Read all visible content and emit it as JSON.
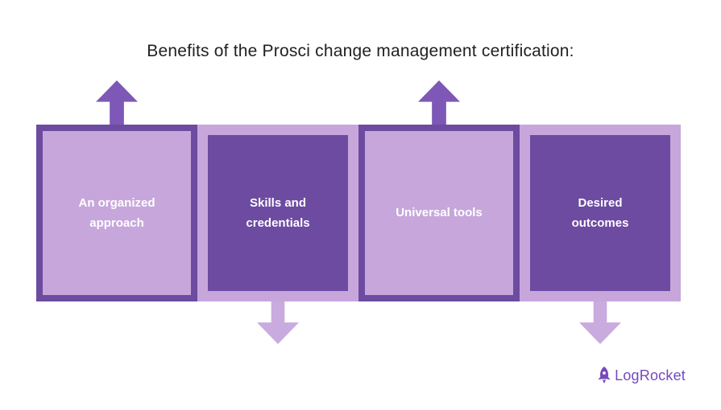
{
  "title": "Benefits of the Prosci change management certification:",
  "boxes": [
    {
      "label": "An organized approach",
      "variant": "light",
      "arrow": "up"
    },
    {
      "label": "Skills and credentials",
      "variant": "dark",
      "arrow": "down"
    },
    {
      "label": "Universal tools",
      "variant": "light",
      "arrow": "up"
    },
    {
      "label": "Desired outcomes",
      "variant": "dark",
      "arrow": "down"
    }
  ],
  "logo": {
    "text": "LogRocket",
    "icon": "rocket-icon"
  },
  "colors": {
    "dark_purple": "#6d4ba1",
    "light_purple": "#c7a6db",
    "arrow_up": "#7d58b6",
    "arrow_down": "#c9abdf",
    "logo_purple": "#764abc",
    "background": "#ffffff",
    "title_text": "#212121",
    "box_text": "#ffffff"
  }
}
